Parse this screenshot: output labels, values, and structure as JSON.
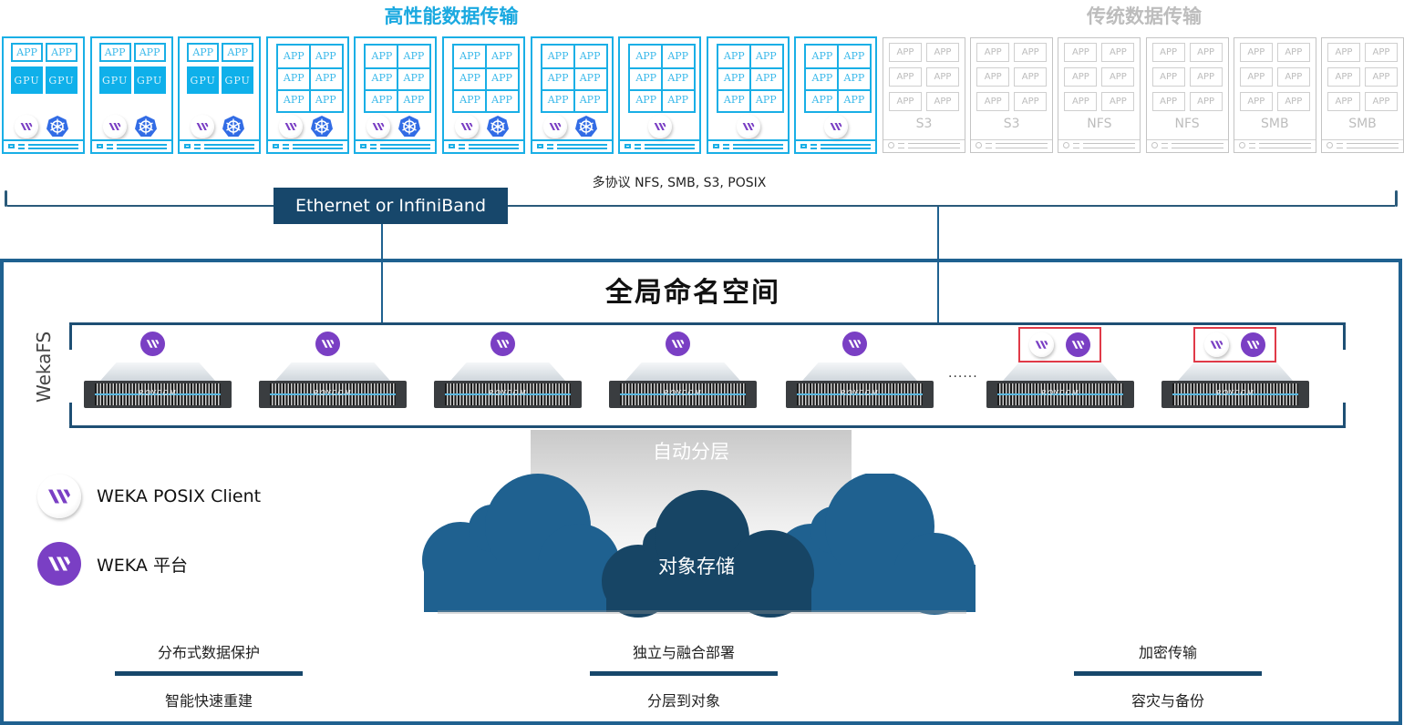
{
  "sections": {
    "high_performance_title": "高性能数据传输",
    "traditional_title": "传统数据传输"
  },
  "hp_hosts": [
    {
      "type": "gpu",
      "apps": [
        "APP",
        "APP"
      ],
      "gpus": [
        "GPU",
        "GPU"
      ],
      "icons": [
        "weka-client",
        "kubernetes"
      ]
    },
    {
      "type": "gpu",
      "apps": [
        "APP",
        "APP"
      ],
      "gpus": [
        "GPU",
        "GPU"
      ],
      "icons": [
        "weka-client",
        "kubernetes"
      ]
    },
    {
      "type": "gpu",
      "apps": [
        "APP",
        "APP"
      ],
      "gpus": [
        "GPU",
        "GPU"
      ],
      "icons": [
        "weka-client",
        "kubernetes"
      ]
    },
    {
      "type": "app6",
      "apps": [
        "APP",
        "APP",
        "APP",
        "APP",
        "APP",
        "APP"
      ],
      "icons": [
        "weka-client",
        "kubernetes"
      ]
    },
    {
      "type": "app6",
      "apps": [
        "APP",
        "APP",
        "APP",
        "APP",
        "APP",
        "APP"
      ],
      "icons": [
        "weka-client",
        "kubernetes"
      ]
    },
    {
      "type": "app6",
      "apps": [
        "APP",
        "APP",
        "APP",
        "APP",
        "APP",
        "APP"
      ],
      "icons": [
        "weka-client",
        "kubernetes"
      ]
    },
    {
      "type": "app6",
      "apps": [
        "APP",
        "APP",
        "APP",
        "APP",
        "APP",
        "APP"
      ],
      "icons": [
        "weka-client",
        "kubernetes"
      ]
    },
    {
      "type": "app6",
      "apps": [
        "APP",
        "APP",
        "APP",
        "APP",
        "APP",
        "APP"
      ],
      "icons": [
        "weka-client"
      ]
    },
    {
      "type": "app6",
      "apps": [
        "APP",
        "APP",
        "APP",
        "APP",
        "APP",
        "APP"
      ],
      "icons": [
        "weka-client"
      ]
    },
    {
      "type": "app6",
      "apps": [
        "APP",
        "APP",
        "APP",
        "APP",
        "APP",
        "APP"
      ],
      "icons": [
        "weka-client"
      ]
    }
  ],
  "trad_hosts": [
    {
      "apps": [
        "APP",
        "APP",
        "APP",
        "APP",
        "APP",
        "APP"
      ],
      "protocol": "S3"
    },
    {
      "apps": [
        "APP",
        "APP",
        "APP",
        "APP",
        "APP",
        "APP"
      ],
      "protocol": "S3"
    },
    {
      "apps": [
        "APP",
        "APP",
        "APP",
        "APP",
        "APP",
        "APP"
      ],
      "protocol": "NFS"
    },
    {
      "apps": [
        "APP",
        "APP",
        "APP",
        "APP",
        "APP",
        "APP"
      ],
      "protocol": "NFS"
    },
    {
      "apps": [
        "APP",
        "APP",
        "APP",
        "APP",
        "APP",
        "APP"
      ],
      "protocol": "SMB"
    },
    {
      "apps": [
        "APP",
        "APP",
        "APP",
        "APP",
        "APP",
        "APP"
      ],
      "protocol": "SMB"
    }
  ],
  "network": {
    "label": "Ethernet or InfiniBand",
    "protocols": "多协议 NFS, SMB, S3, POSIX"
  },
  "namespace": {
    "title": "全局命名空间",
    "cluster_label": "WekaFS",
    "ellipsis": "......",
    "servers": [
      {
        "brand": "ROYCOM",
        "icons": [
          "weka-platform"
        ],
        "highlighted": false
      },
      {
        "brand": "ROYCOM",
        "icons": [
          "weka-platform"
        ],
        "highlighted": false
      },
      {
        "brand": "ROYCOM",
        "icons": [
          "weka-platform"
        ],
        "highlighted": false
      },
      {
        "brand": "ROYCOM",
        "icons": [
          "weka-platform"
        ],
        "highlighted": false
      },
      {
        "brand": "ROYCOM",
        "icons": [
          "weka-platform"
        ],
        "highlighted": false
      },
      {
        "brand": "ROYCOM",
        "icons": [
          "weka-client",
          "weka-platform"
        ],
        "highlighted": true
      },
      {
        "brand": "ROYCOM",
        "icons": [
          "weka-client",
          "weka-platform"
        ],
        "highlighted": true
      }
    ]
  },
  "tiering": {
    "label": "自动分层",
    "object_storage": "对象存储"
  },
  "legend": [
    {
      "icon": "weka-client",
      "label": "WEKA POSIX Client"
    },
    {
      "icon": "weka-platform",
      "label": "WEKA  平台"
    }
  ],
  "features": [
    {
      "top": "分布式数据保护",
      "bottom": "智能快速重建"
    },
    {
      "top": "独立与融合部署",
      "bottom": "分层到对象"
    },
    {
      "top": "加密传输",
      "bottom": "容灾与备份"
    }
  ],
  "colors": {
    "hp_accent": "#19afe6",
    "trad_gray": "#c4c4c4",
    "navy": "#17476b",
    "frame_blue": "#1f6190",
    "weka_purple": "#7a3fc4",
    "k8s_blue": "#326ce5",
    "highlight_red": "#e03a48"
  }
}
